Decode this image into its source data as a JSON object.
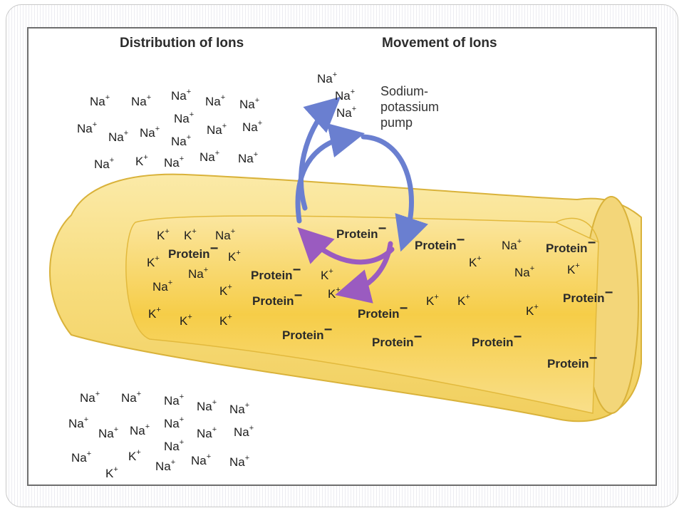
{
  "headings": {
    "distribution": "Distribution of Ions",
    "movement": "Movement of Ions"
  },
  "pump_label": [
    "Sodium-",
    "potassium",
    "pump"
  ],
  "ion_symbols": {
    "sodium": "Na",
    "potassium": "K",
    "protein": "Protein"
  },
  "charges": {
    "positive": "+",
    "negative": "−"
  },
  "colors": {
    "frame_border": "#6e6e6e",
    "tube_outer": "#f7df8a",
    "tube_inner": "#f6cf4e",
    "tube_edge": "#e2b93c",
    "pump_blue": "#6a7fd0",
    "pump_purple": "#9a5bc0"
  }
}
